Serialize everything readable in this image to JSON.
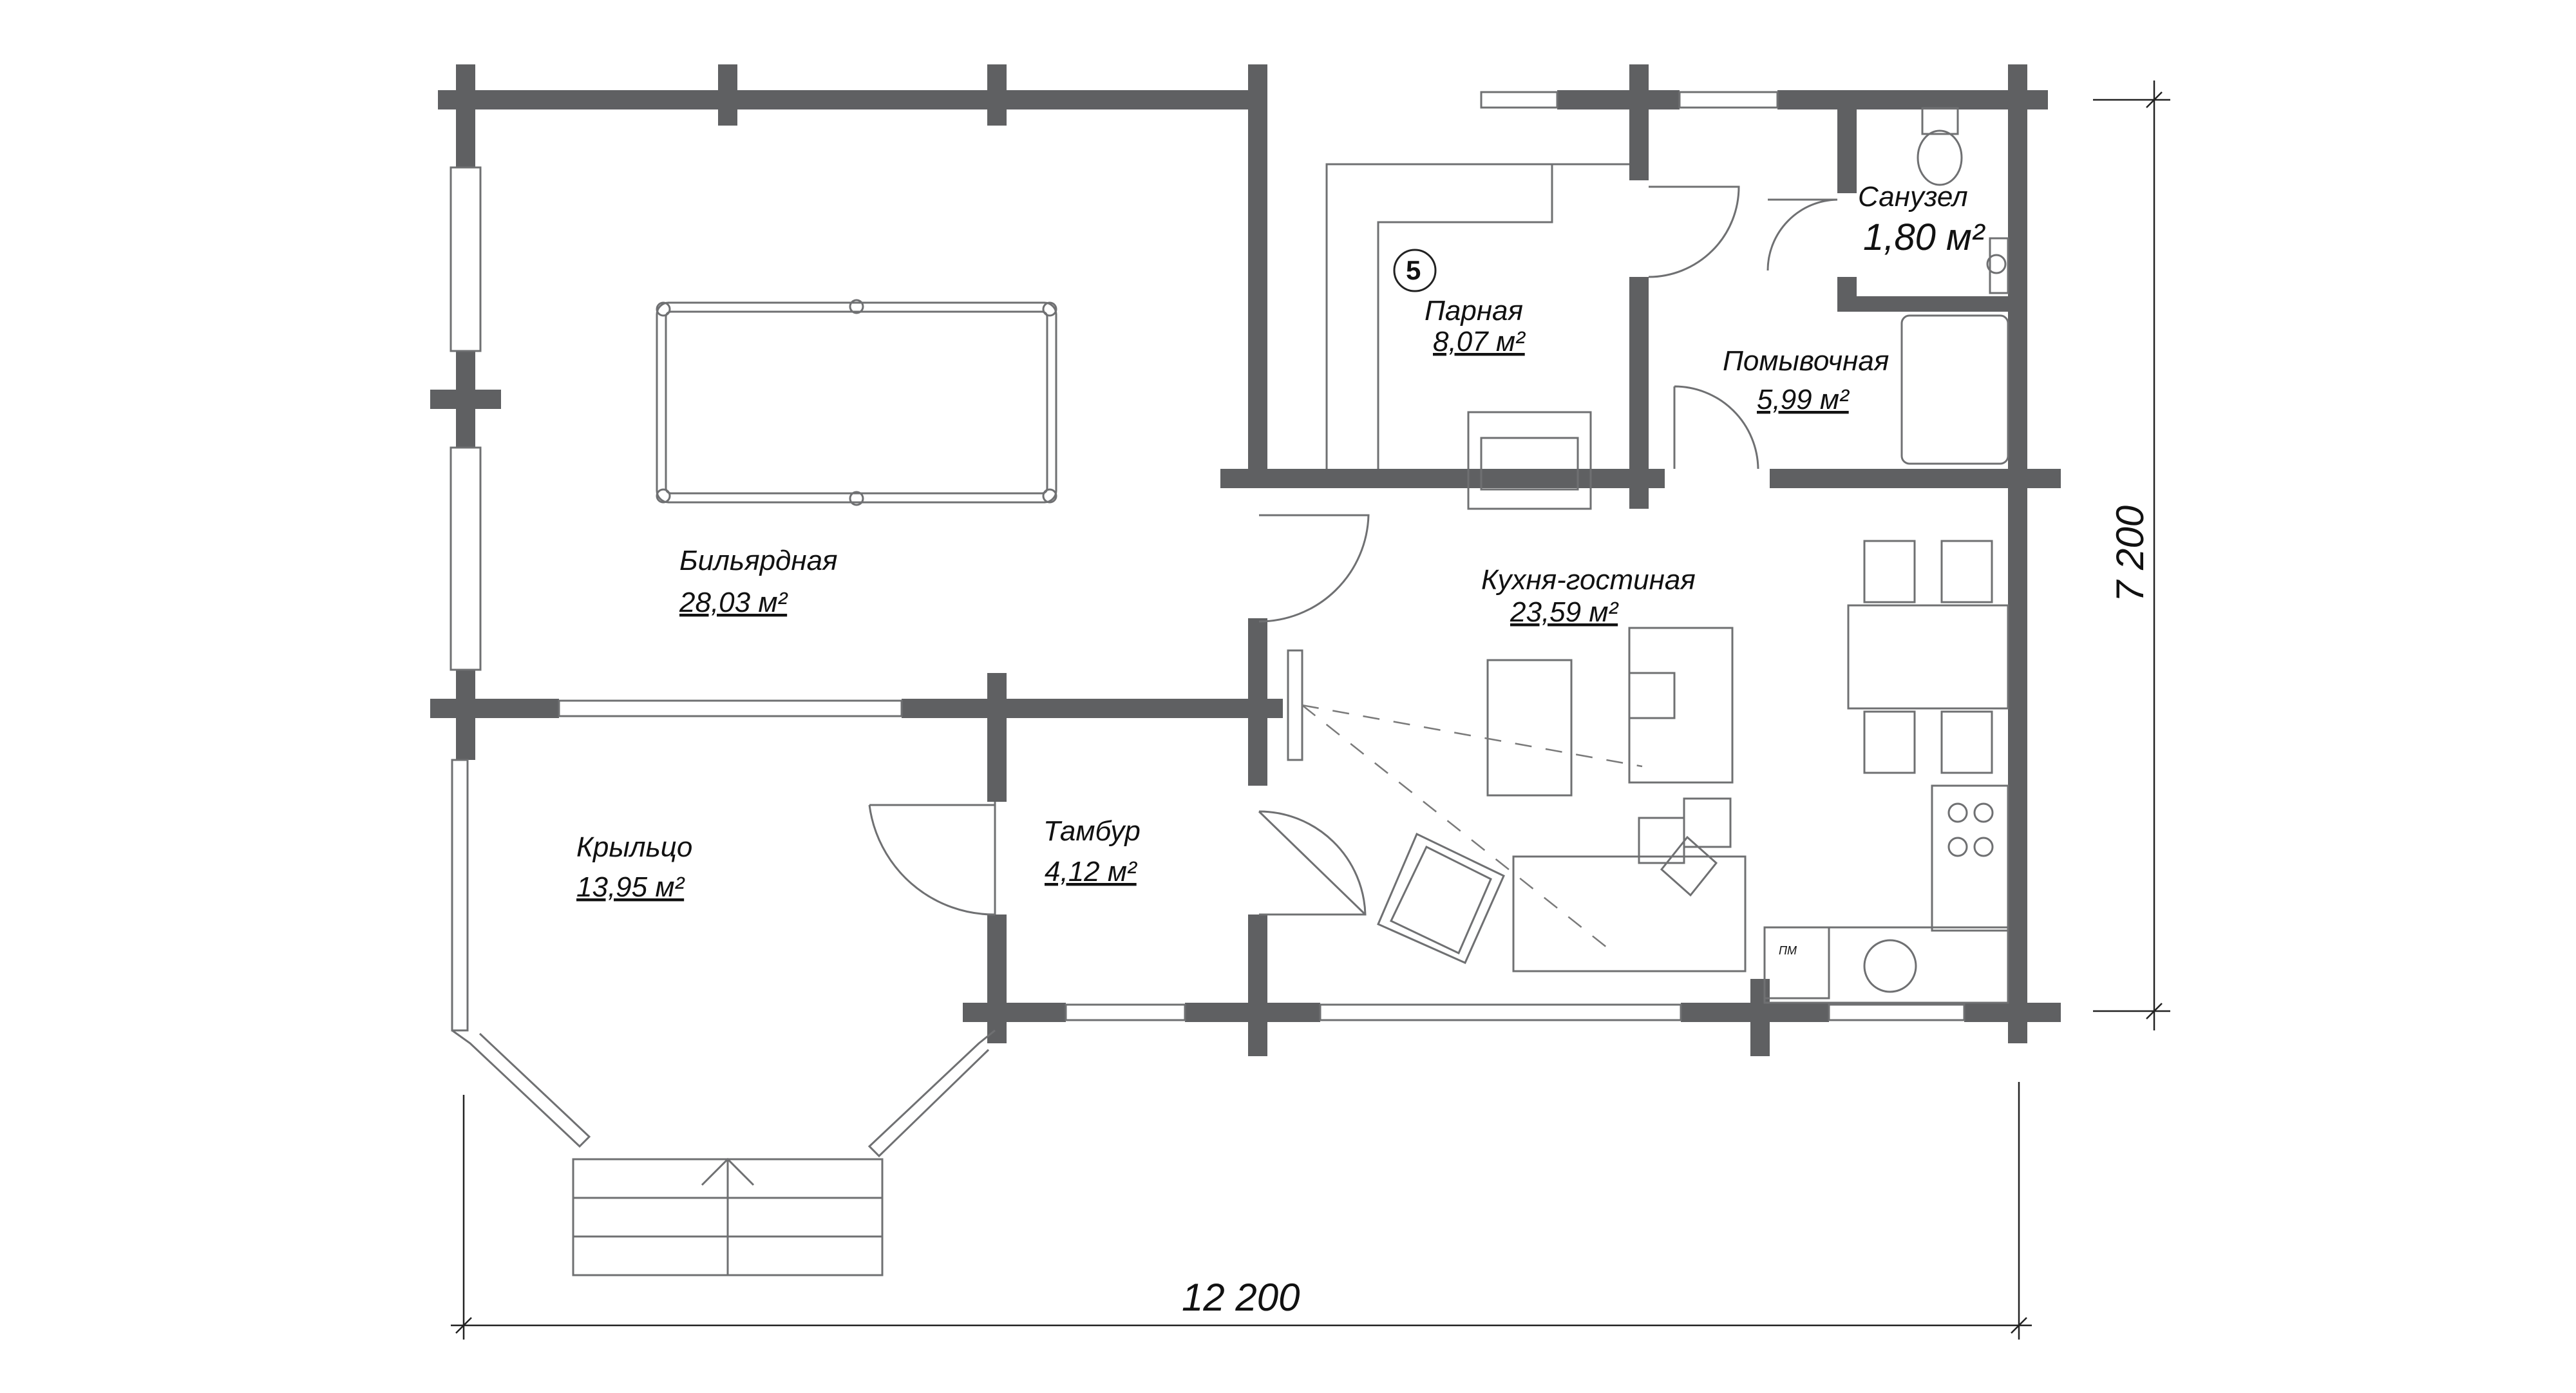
{
  "rooms": {
    "billiard": {
      "name": "Бильярдная",
      "area": "28,03 м²"
    },
    "porch": {
      "name": "Крыльцо",
      "area": "13,95 м²"
    },
    "vestibule": {
      "name": "Тамбур",
      "area": "4,12 м²"
    },
    "steam": {
      "name": "Парная",
      "area": "8,07 м²",
      "badge": "5"
    },
    "washroom": {
      "name": "Помывочная",
      "area": "5,99 м²"
    },
    "bathroom": {
      "name": "Санузел",
      "area": "1,80 м²"
    },
    "kitchen": {
      "name": "Кухня-гостиная",
      "area": "23,59 м²"
    }
  },
  "appliance_label": "ПМ",
  "dimensions": {
    "width": "12 200",
    "height": "7 200"
  },
  "colors": {
    "wall": "#5f6062",
    "line": "#6f7072"
  }
}
